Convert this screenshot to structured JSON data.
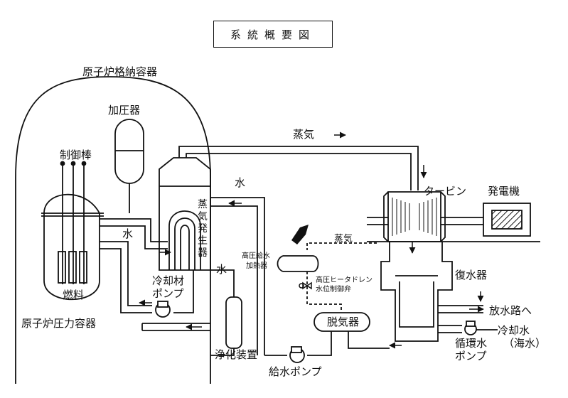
{
  "title": "系統概要図",
  "labels": {
    "containment": "原子炉格納容器",
    "pressurizer": "加圧器",
    "control_rods": "制御棒",
    "water_left": "水",
    "water_top": "水",
    "water_right": "水",
    "steam_top": "蒸気",
    "steam_mid": "蒸気",
    "turbine": "タービン",
    "generator": "発電機",
    "steam_generator": "蒸気発生器",
    "fuel": "燃料",
    "coolant_pump_line1": "冷却材",
    "coolant_pump_line2": "ポンプ",
    "reactor_vessel": "原子炉圧力容器",
    "purification": "浄化装置",
    "hp_heater_line1": "高圧給水",
    "hp_heater_line2": "加熱器",
    "drain_valve_line1": "高圧ヒータドレン",
    "drain_valve_line2": "水位制御弁",
    "deaerator": "脱気器",
    "condenser": "復水器",
    "discharge": "放水路へ",
    "cooling_water_line1": "冷却水",
    "cooling_water_line2": "（海水）",
    "circ_pump_line1": "循環水",
    "circ_pump_line2": "ポンプ",
    "feed_pump": "給水ポンプ"
  },
  "icons": {
    "flow_arrow": "arrow-icon",
    "valve": "valve-icon",
    "pump": "pump-icon",
    "leak": "leak-marker-icon"
  },
  "colors": {
    "line": "#111111",
    "background": "#ffffff"
  }
}
